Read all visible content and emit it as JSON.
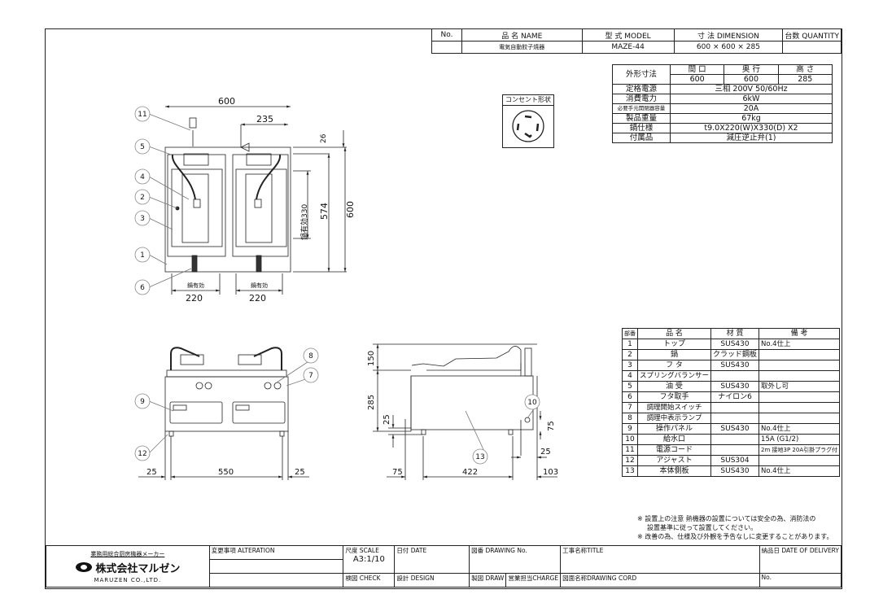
{
  "header": {
    "col_no": "No.",
    "col_name": "品 名 NAME",
    "col_model": "型 式 MODEL",
    "col_dimension": "寸 法 DIMENSION",
    "col_quantity": "台数 QUANTITY",
    "row": {
      "no": "",
      "name": "電気自動餃子焼器",
      "model": "MAZE-44",
      "dimension": "600 × 600 × 285",
      "quantity": ""
    }
  },
  "outlet": {
    "label": "コンセント形状"
  },
  "spec": {
    "outer_dim_label": "外形寸法",
    "width_label": "間 口",
    "depth_label": "奥 行",
    "height_label": "高 さ",
    "width": "600",
    "depth": "600",
    "height": "285",
    "rows": [
      {
        "label": "定格電源",
        "value": "三相 200V 50/60Hz"
      },
      {
        "label": "消費電力",
        "value": "6kW"
      },
      {
        "label": "必要手元開閉器容量",
        "value": "20A"
      },
      {
        "label": "製品重量",
        "value": "67kg"
      },
      {
        "label": "鍋仕様",
        "value": "t9.0X220(W)X330(D) X2"
      },
      {
        "label": "付属品",
        "value": "減圧逆止弁(1)"
      }
    ]
  },
  "parts": {
    "headers": [
      "部番",
      "品 名",
      "材 質",
      "備 考"
    ],
    "rows": [
      [
        "1",
        "トップ",
        "SUS430",
        "No.4仕上"
      ],
      [
        "2",
        "鍋",
        "クラッド鋼板",
        ""
      ],
      [
        "3",
        "フ タ",
        "SUS430",
        ""
      ],
      [
        "4",
        "スプリングバランサー",
        "",
        ""
      ],
      [
        "5",
        "油 受",
        "SUS430",
        "取外し可"
      ],
      [
        "6",
        "フタ取手",
        "ナイロン6",
        ""
      ],
      [
        "7",
        "調理開始スイッチ",
        "",
        ""
      ],
      [
        "8",
        "調理中表示ランプ",
        "",
        ""
      ],
      [
        "9",
        "操作パネル",
        "SUS430",
        "No.4仕上"
      ],
      [
        "10",
        "給水口",
        "",
        "15A (G1/2)"
      ],
      [
        "11",
        "電源コード",
        "",
        "2m 接地3P 20A引掛プラグ付"
      ],
      [
        "12",
        "アジャスト",
        "SUS304",
        ""
      ],
      [
        "13",
        "本体側板",
        "SUS430",
        "No.4仕上"
      ]
    ]
  },
  "notes": [
    "※ 設置上の注意 熱機器の設置については安全の為、消防法の",
    "設置基準に従って設置してください。",
    "※ 改善の為、仕様及び外観を予告なしに変更することがあります。"
  ],
  "dims": {
    "top_width": "600",
    "top_offset": "235",
    "top_gap": "26",
    "pan_effective_depth": "鍋有効330",
    "depth_574": "574",
    "depth_600": "600",
    "pan_label": "鍋有効",
    "pan_w1": "220",
    "pan_w2": "220",
    "front_25a": "25",
    "front_550": "550",
    "front_25b": "25",
    "side_150": "150",
    "side_285": "285",
    "side_25": "25",
    "side_75": "75",
    "side_422": "422",
    "side_103": "103",
    "side_75v": "75",
    "side_25h": "25"
  },
  "callouts": [
    "1",
    "2",
    "3",
    "4",
    "5",
    "6",
    "7",
    "8",
    "9",
    "10",
    "11",
    "12",
    "13"
  ],
  "title_block": {
    "maker_tagline": "業務用総合厨房機器メーカー",
    "company_jp": "株式会社マルゼン",
    "company_en": "MARUZEN CO.,LTD.",
    "alteration": "変更事項 ALTERATION",
    "scale_label": "尺度 SCALE",
    "scale_value": "A3:1/10",
    "date_label": "日付 DATE",
    "drawing_no_label": "図番 DRAWING No.",
    "title_label": "工事名称TITLE",
    "delivery_label": "納品日 DATE OF DELIVERY",
    "check_label": "検図 CHECK",
    "design_label": "設計 DESIGN",
    "draw_label": "製図 DRAW",
    "charge_label": "営業担当CHARGE",
    "drawing_cord_label": "図面名称DRAWING CORD",
    "no_label": "No."
  }
}
